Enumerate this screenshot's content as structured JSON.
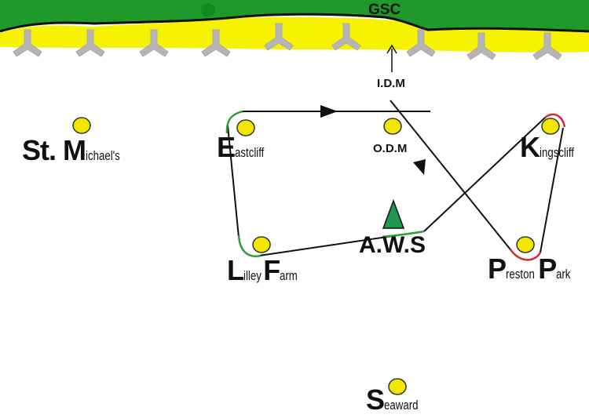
{
  "header": {
    "gsc": "GSC",
    "idm": "I.D.M"
  },
  "places": {
    "st_michaels": {
      "initial": "St. M",
      "rest": "ichael's"
    },
    "eastcliff": {
      "initial": "E",
      "rest": "astcliff"
    },
    "odm": {
      "label": "O.D.M"
    },
    "kingscliff": {
      "initial": "K",
      "rest": "ingscliff"
    },
    "lilley_farm": {
      "initial1": "L",
      "rest1": "illey",
      "initial2": "F",
      "rest2": "arm"
    },
    "aws": {
      "label": "A.W.S"
    },
    "preston_park": {
      "initial1": "P",
      "rest1": "reston",
      "initial2": "P",
      "rest2": "ark"
    },
    "seaward": {
      "initial": "S",
      "rest": "eaward"
    }
  },
  "colors": {
    "grass": "#1f9a2a",
    "beach": "#f7f200",
    "buoy": "#f2e600",
    "aws_marker": "#1e9a4e",
    "route": "#111111",
    "turn_green": "#2f9d3a",
    "turn_red": "#d8282b",
    "groyne": "#b5b5b5"
  }
}
